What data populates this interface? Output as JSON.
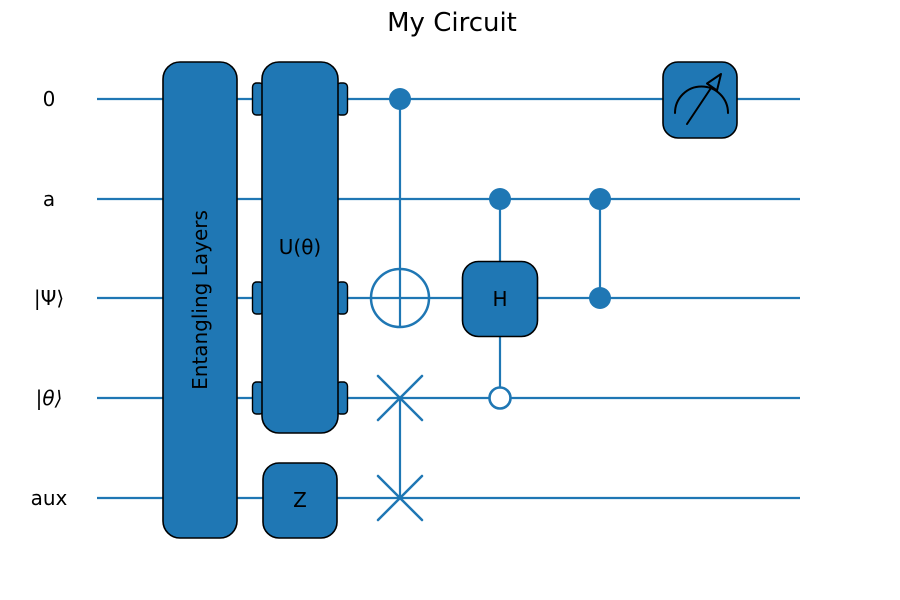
{
  "figure": {
    "title": "My Circuit"
  },
  "colors": {
    "primary": "#1f77b4",
    "gate_border": "#000000",
    "background": "#ffffff",
    "text": "#000000"
  },
  "wires": [
    {
      "label": "0"
    },
    {
      "label": "a"
    },
    {
      "label": "|Ψ⟩"
    },
    {
      "label": "|θ⟩"
    },
    {
      "label": "aux"
    }
  ],
  "gates": {
    "entangling": {
      "label": "Entangling Layers",
      "wires": [
        "0",
        "a",
        "|Ψ⟩",
        "|θ⟩",
        "aux"
      ]
    },
    "u_theta": {
      "label": "U(θ)",
      "wires": [
        "0",
        "|Ψ⟩",
        "|θ⟩"
      ]
    },
    "z": {
      "label": "Z",
      "wires": [
        "aux"
      ]
    },
    "cnot": {
      "type": "CNOT",
      "control_wire": "0",
      "target_wire": "|Ψ⟩"
    },
    "swap": {
      "type": "SWAP",
      "wires": [
        "|θ⟩",
        "aux"
      ]
    },
    "ch": {
      "label": "H",
      "target_wire": "|Ψ⟩",
      "filled_control_wire": "a",
      "open_control_wire": "|θ⟩"
    },
    "cz": {
      "type": "CZ",
      "wires": [
        "a",
        "|Ψ⟩"
      ]
    },
    "measurement": {
      "type": "measure",
      "wire": "0",
      "icon": "gauge-arrow-icon"
    }
  }
}
